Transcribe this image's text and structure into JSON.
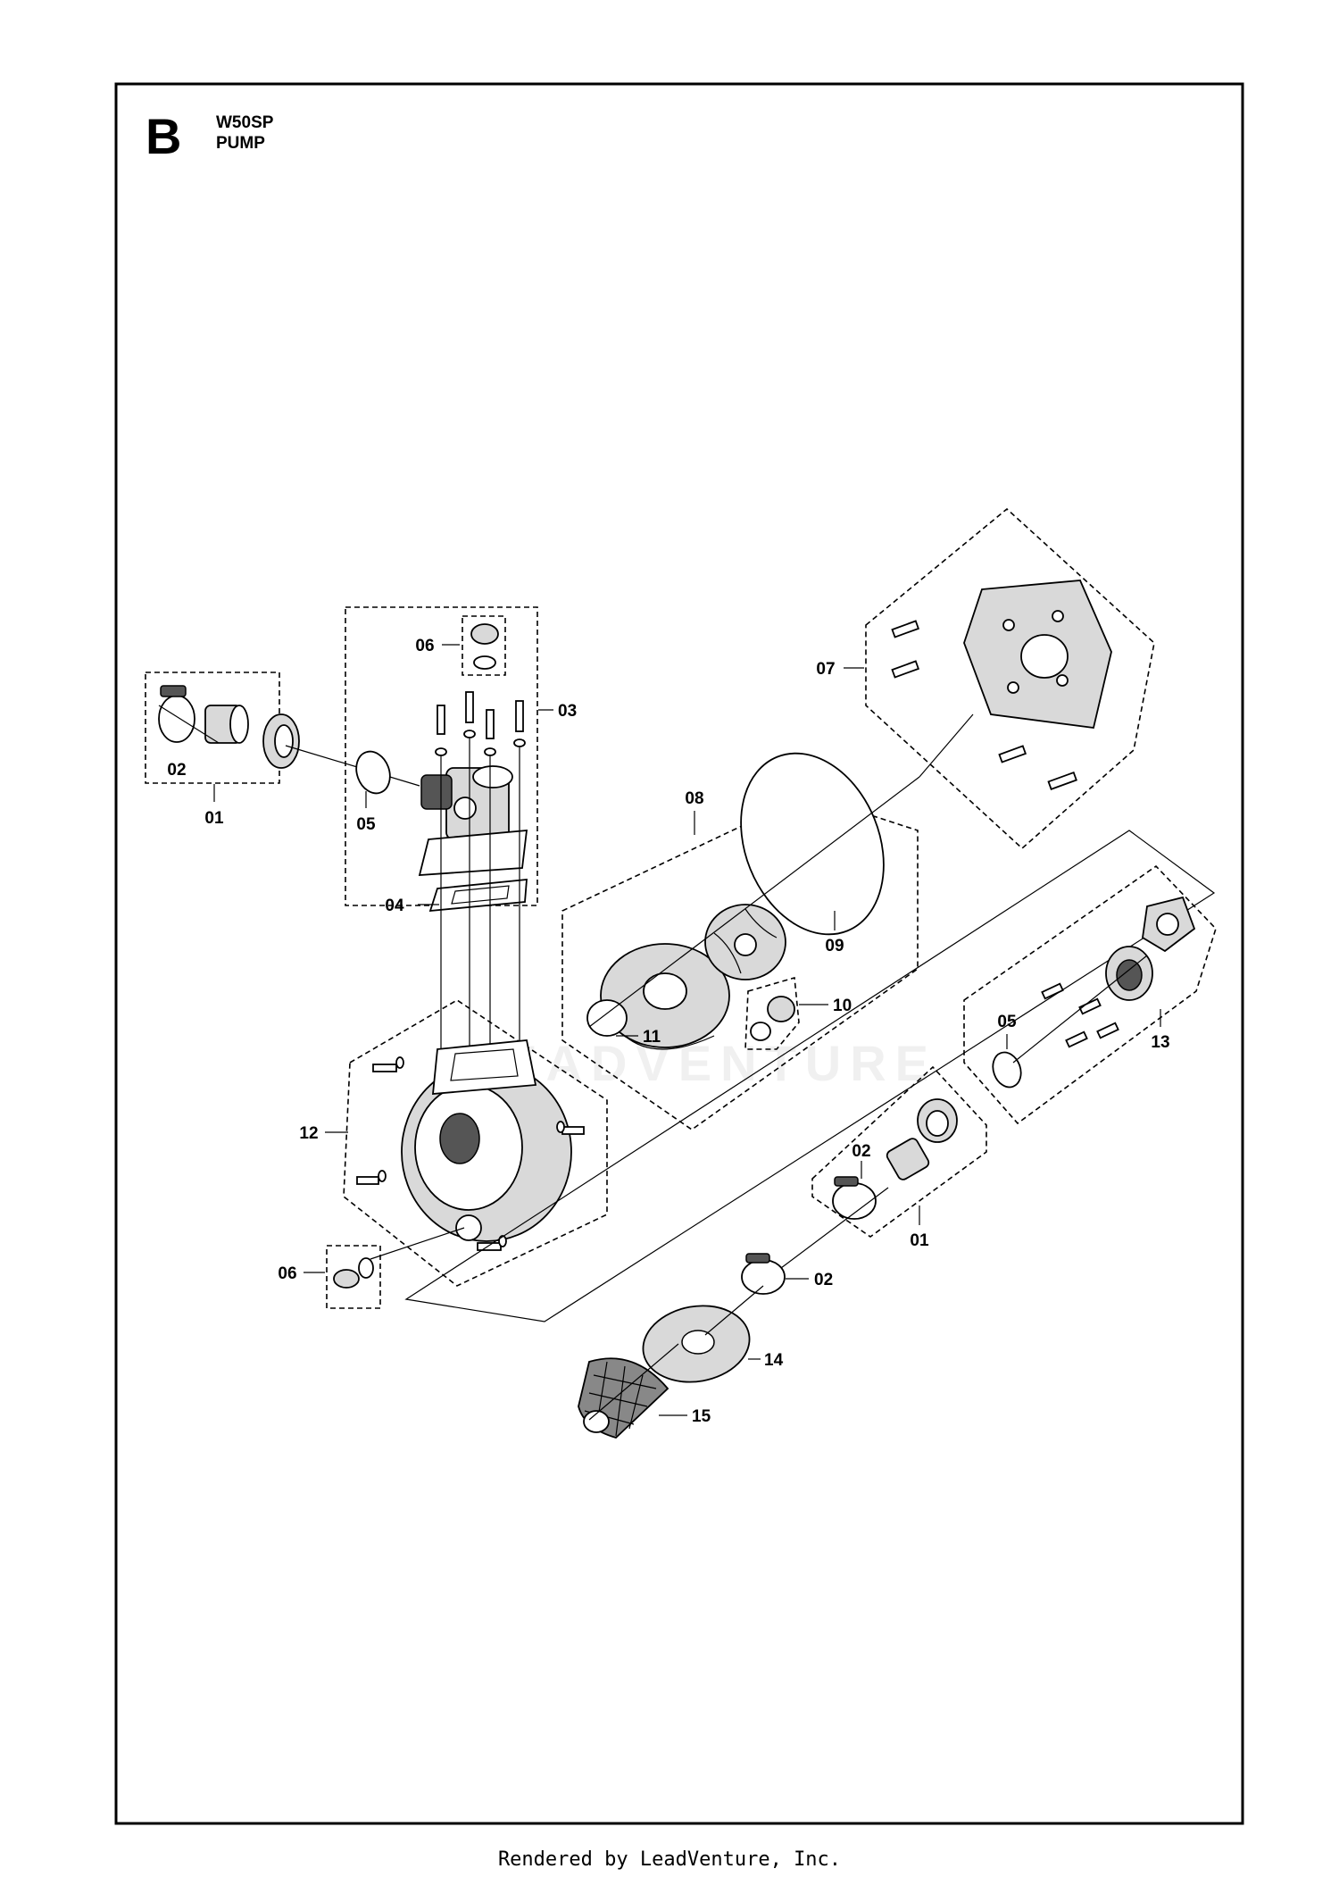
{
  "section_letter": "B",
  "model": "W50SP",
  "assembly": "PUMP",
  "footer": "Rendered by LeadVenture, Inc.",
  "watermark": "LEADVENTURE",
  "callouts": {
    "c01a": "01",
    "c02a": "02",
    "c03": "03",
    "c04": "04",
    "c05a": "05",
    "c06a": "06",
    "c07": "07",
    "c08": "08",
    "c09": "09",
    "c10": "10",
    "c11": "11",
    "c12": "12",
    "c06b": "06",
    "c13": "13",
    "c05b": "05",
    "c02b": "02",
    "c01b": "01",
    "c02c": "02",
    "c14": "14",
    "c15": "15"
  }
}
